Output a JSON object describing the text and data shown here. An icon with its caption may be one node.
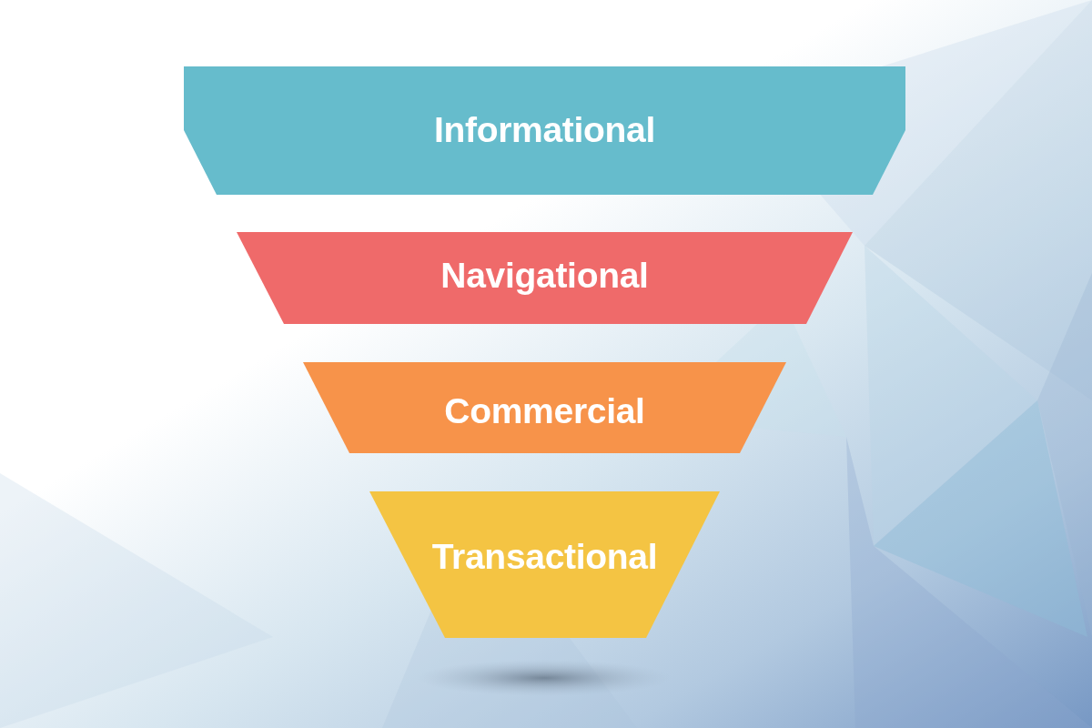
{
  "diagram": {
    "nodes": [
      {
        "text": [
          "Informational"
        ]
      },
      {
        "text": [
          "Navigational"
        ]
      },
      {
        "text": [
          "Commercial"
        ]
      },
      {
        "text": [
          "Transactional"
        ]
      }
    ]
  }
}
